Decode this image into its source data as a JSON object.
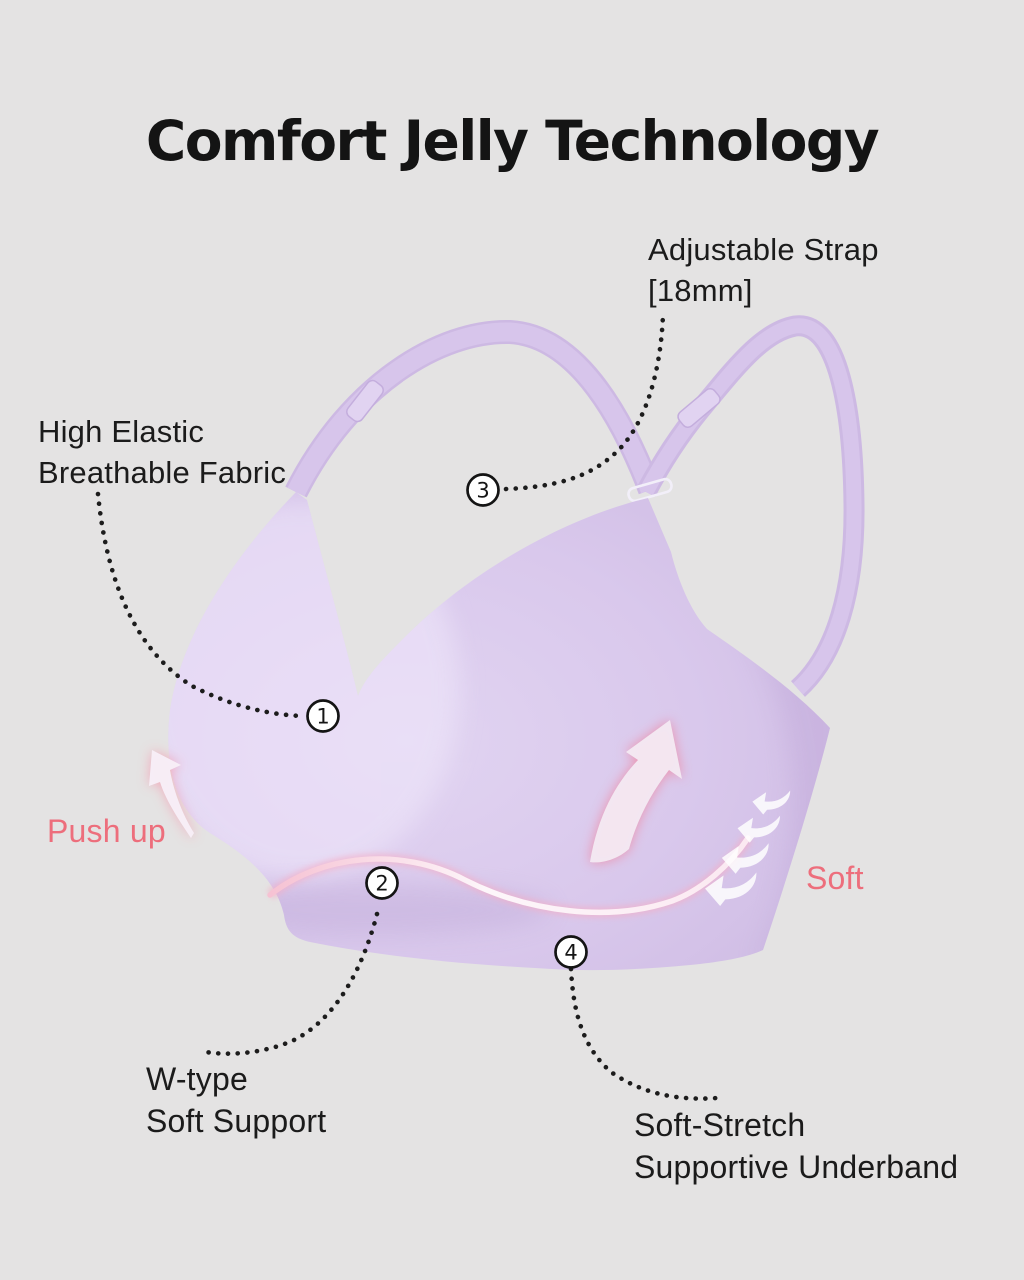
{
  "title": "Comfort Jelly Technology",
  "callouts": {
    "fabric": {
      "number": "1",
      "line1": "High Elastic",
      "line2": "Breathable Fabric"
    },
    "support": {
      "number": "2",
      "line1": "W-type",
      "line2": "Soft Support"
    },
    "strap": {
      "number": "3",
      "line1": "Adjustable Strap",
      "line2": "[18mm]"
    },
    "underband": {
      "number": "4",
      "line1": "Soft-Stretch",
      "line2": "Supportive Underband"
    }
  },
  "annotations": {
    "push_up": "Push up",
    "soft": "Soft"
  },
  "colors": {
    "background": "#e4e3e3",
    "bra_lavender": "#d8c7eb",
    "strap_lavender": "#d5c3e9",
    "accent_pink_text": "#ed6e7c",
    "arrow_glow_pink": "#f48ca6",
    "label_text": "#1b1b1b",
    "marker_border": "#141414",
    "marker_fill": "#ffffff"
  }
}
